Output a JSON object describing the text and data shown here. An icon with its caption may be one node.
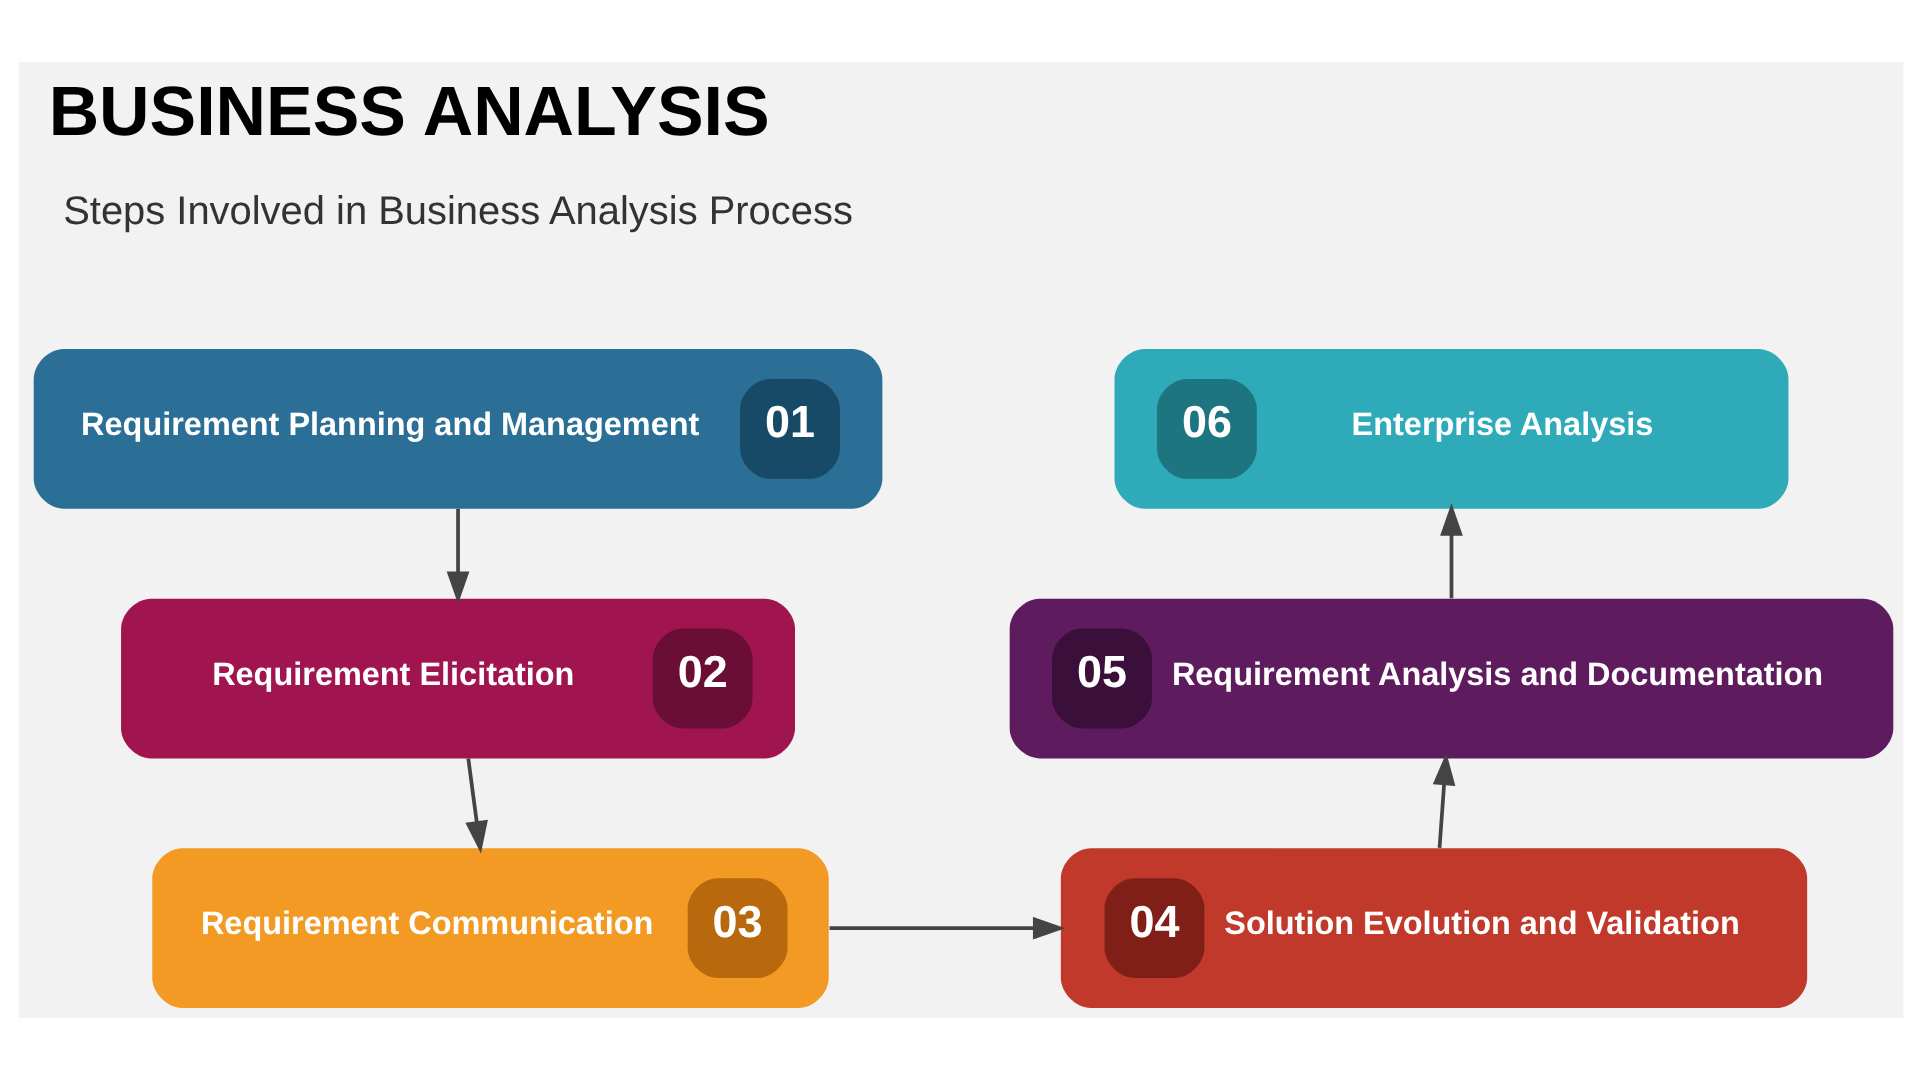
{
  "diagram": {
    "title": "BUSINESS ANALYSIS",
    "nodes": [
      {
        "text": [
          "Requirement Planning and Management",
          "01"
        ]
      },
      {
        "text": [
          "Requirement Elicitation",
          "02"
        ]
      },
      {
        "text": [
          "Requirement Communication",
          "03"
        ]
      },
      {
        "text": [
          "04",
          "Solution Evolution and Validation"
        ]
      },
      {
        "text": [
          "05",
          "Requirement Analysis and Documentation"
        ]
      },
      {
        "text": [
          "06",
          "Enterprise Analysis"
        ]
      }
    ],
    "edges": [
      {
        "from": 0,
        "to": 1,
        "arrow": "to"
      },
      {
        "from": 1,
        "to": 2,
        "arrow": "to"
      },
      {
        "from": 2,
        "to": 3,
        "arrow": "to"
      },
      {
        "from": 3,
        "to": 4,
        "arrow": "to"
      },
      {
        "from": 4,
        "to": 5,
        "arrow": "to"
      }
    ],
    "labels": [
      "Steps Involved in Business Analysis Process"
    ]
  }
}
